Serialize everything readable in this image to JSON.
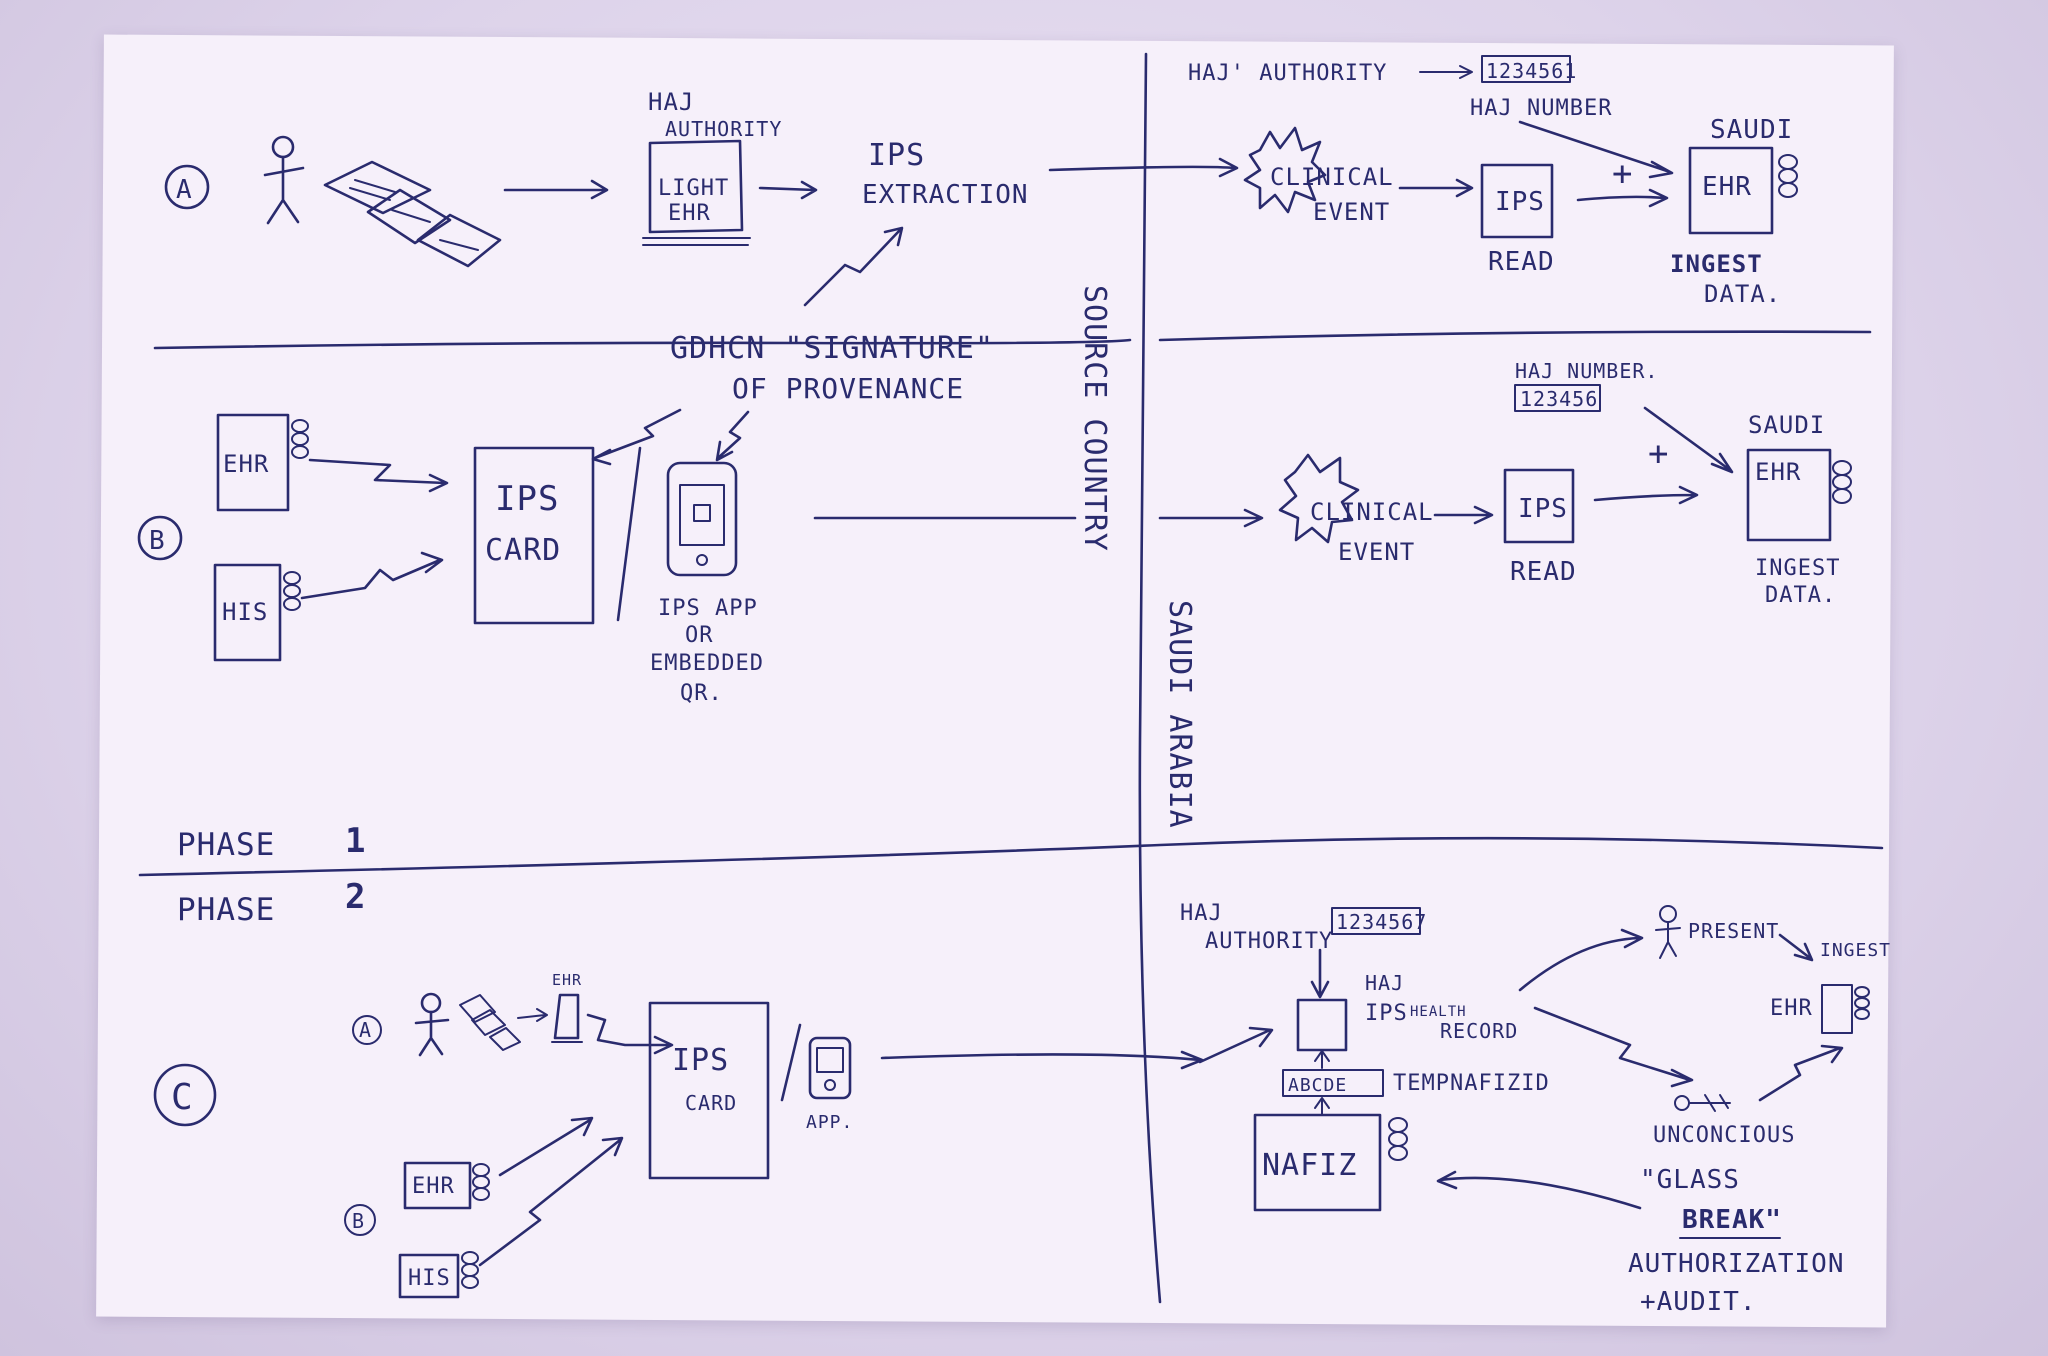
{
  "divider": {
    "phase1": "PHASE",
    "phase1_num": "1",
    "phase2": "PHASE",
    "phase2_num": "2"
  },
  "vertical": {
    "source_country": "SOURCE COUNTRY",
    "saudi_arabia": "SAUDI ARABIA"
  },
  "row_a": {
    "marker": "A",
    "haj_authority": "HAJ",
    "haj_authority_2": "AUTHORITY",
    "box_line1": "LIGHT",
    "box_line2": "EHR",
    "ips_extraction_1": "IPS",
    "ips_extraction_2": "EXTRACTION",
    "right_haj_authority": "HAJ' AUTHORITY",
    "right_haj_number_box": "1234561",
    "right_haj_number": "HAJ NUMBER",
    "clinical_1": "CLINICAL",
    "clinical_2": "EVENT",
    "ips": "IPS",
    "read": "READ",
    "plus": "+",
    "saudi": "SAUDI",
    "ehr": "EHR",
    "ingest_1": "INGEST",
    "ingest_2": "DATA."
  },
  "gdhcn": {
    "line1": "GDHCN \"SIGNATURE\"",
    "line2": "OF PROVENANCE"
  },
  "row_b": {
    "marker": "B",
    "ehr": "EHR",
    "his": "HIS",
    "card_1": "IPS",
    "card_2": "CARD",
    "app_1": "IPS APP",
    "app_2": "OR",
    "app_3": "EMBEDDED",
    "app_4": "QR.",
    "right_haj_number": "HAJ NUMBER.",
    "right_haj_number_box": "123456",
    "clinical_1": "CLINICAL",
    "clinical_2": "EVENT",
    "ips": "IPS",
    "read": "READ",
    "plus": "+",
    "saudi": "SAUDI",
    "ingest_1": "INGEST",
    "ingest_2": "DATA."
  },
  "row_c": {
    "marker": "C",
    "sub_a": "A",
    "sub_b": "B",
    "ehr_small": "EHR",
    "ehr": "EHR",
    "his": "HIS",
    "card_1": "IPS",
    "card_2": "CARD",
    "app": "APP.",
    "haj_authority_1": "HAJ",
    "haj_authority_2": "AUTHORITY",
    "haj_number_box": "1234567",
    "haj_ips_1": "HAJ",
    "haj_ips_2": "IPS",
    "health_record_1": "HEALTH",
    "health_record_2": "RECORD",
    "temp_box": "ABCDE",
    "temp_label": "TEMPNAFIZID",
    "nafiz": "NAFIZ",
    "present": "PRESENT",
    "ingest": "INGEST",
    "ehr_right": "EHR",
    "unconscious": "UNCONCIOUS",
    "glass_1": "\"GLASS",
    "glass_2": "BREAK\"",
    "auth_1": "AUTHORIZATION",
    "auth_2": "+AUDIT."
  }
}
